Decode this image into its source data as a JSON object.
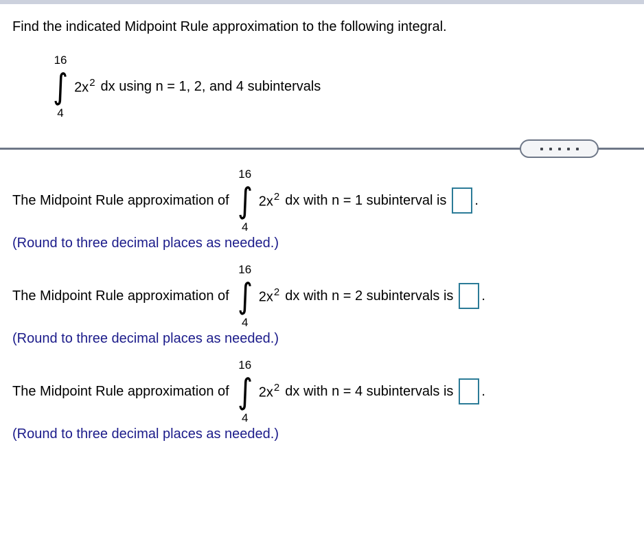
{
  "page": {
    "title": "Find the indicated Midpoint Rule approximation to the following integral."
  },
  "problem": {
    "upper_limit": "16",
    "lower_limit": "4",
    "integrand_base": "2x",
    "integrand_exponent": "2",
    "tail": "dx using n = 1, 2, and 4 subintervals"
  },
  "questions": [
    {
      "prefix": "The Midpoint Rule approximation of",
      "upper_limit": "16",
      "lower_limit": "4",
      "integrand_base": "2x",
      "integrand_exponent": "2",
      "suffix": "dx with n = 1 subinterval is",
      "answer": "",
      "period": ".",
      "note": "(Round to three decimal places as needed.)"
    },
    {
      "prefix": "The Midpoint Rule approximation of",
      "upper_limit": "16",
      "lower_limit": "4",
      "integrand_base": "2x",
      "integrand_exponent": "2",
      "suffix": "dx with n = 2 subintervals is",
      "answer": "",
      "period": ".",
      "note": "(Round to three decimal places as needed.)"
    },
    {
      "prefix": "The Midpoint Rule approximation of",
      "upper_limit": "16",
      "lower_limit": "4",
      "integrand_base": "2x",
      "integrand_exponent": "2",
      "suffix": "dx with n = 4 subintervals is",
      "answer": "",
      "period": ".",
      "note": "(Round to three decimal places as needed.)"
    }
  ],
  "colors": {
    "note_blue": "#1b1b8a",
    "answer_box_border": "#2b7b97",
    "divider_gray": "#6e7787",
    "topbar": "#ccd1dd"
  }
}
